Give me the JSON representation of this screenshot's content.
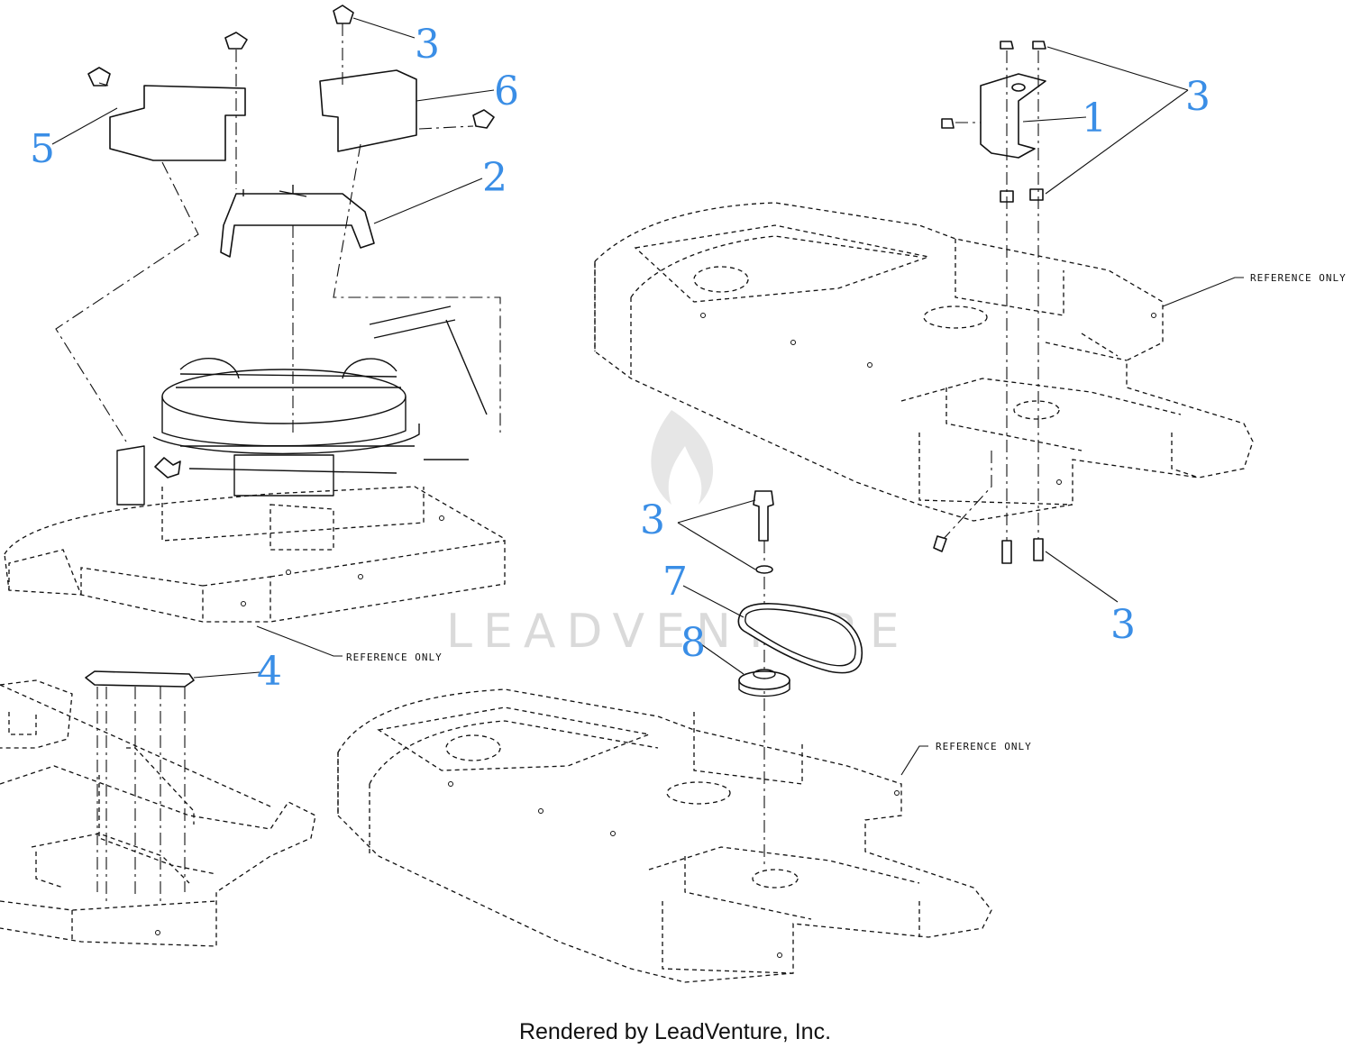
{
  "callouts": {
    "c1": "1",
    "c2": "2",
    "c3a": "3",
    "c3b": "3",
    "c3c": "3",
    "c3d": "3",
    "c4": "4",
    "c5": "5",
    "c6": "6",
    "c7": "7",
    "c8": "8"
  },
  "reference_labels": {
    "left_deck": "REFERENCE ONLY",
    "right_deck": "REFERENCE ONLY",
    "bottom_deck": "REFERENCE ONLY"
  },
  "watermark": "LEADVENTURE",
  "footer": "Rendered by LeadVenture, Inc.",
  "colors": {
    "callout": "#3a8ee6",
    "line": "#111111",
    "watermark": "#dadada"
  }
}
